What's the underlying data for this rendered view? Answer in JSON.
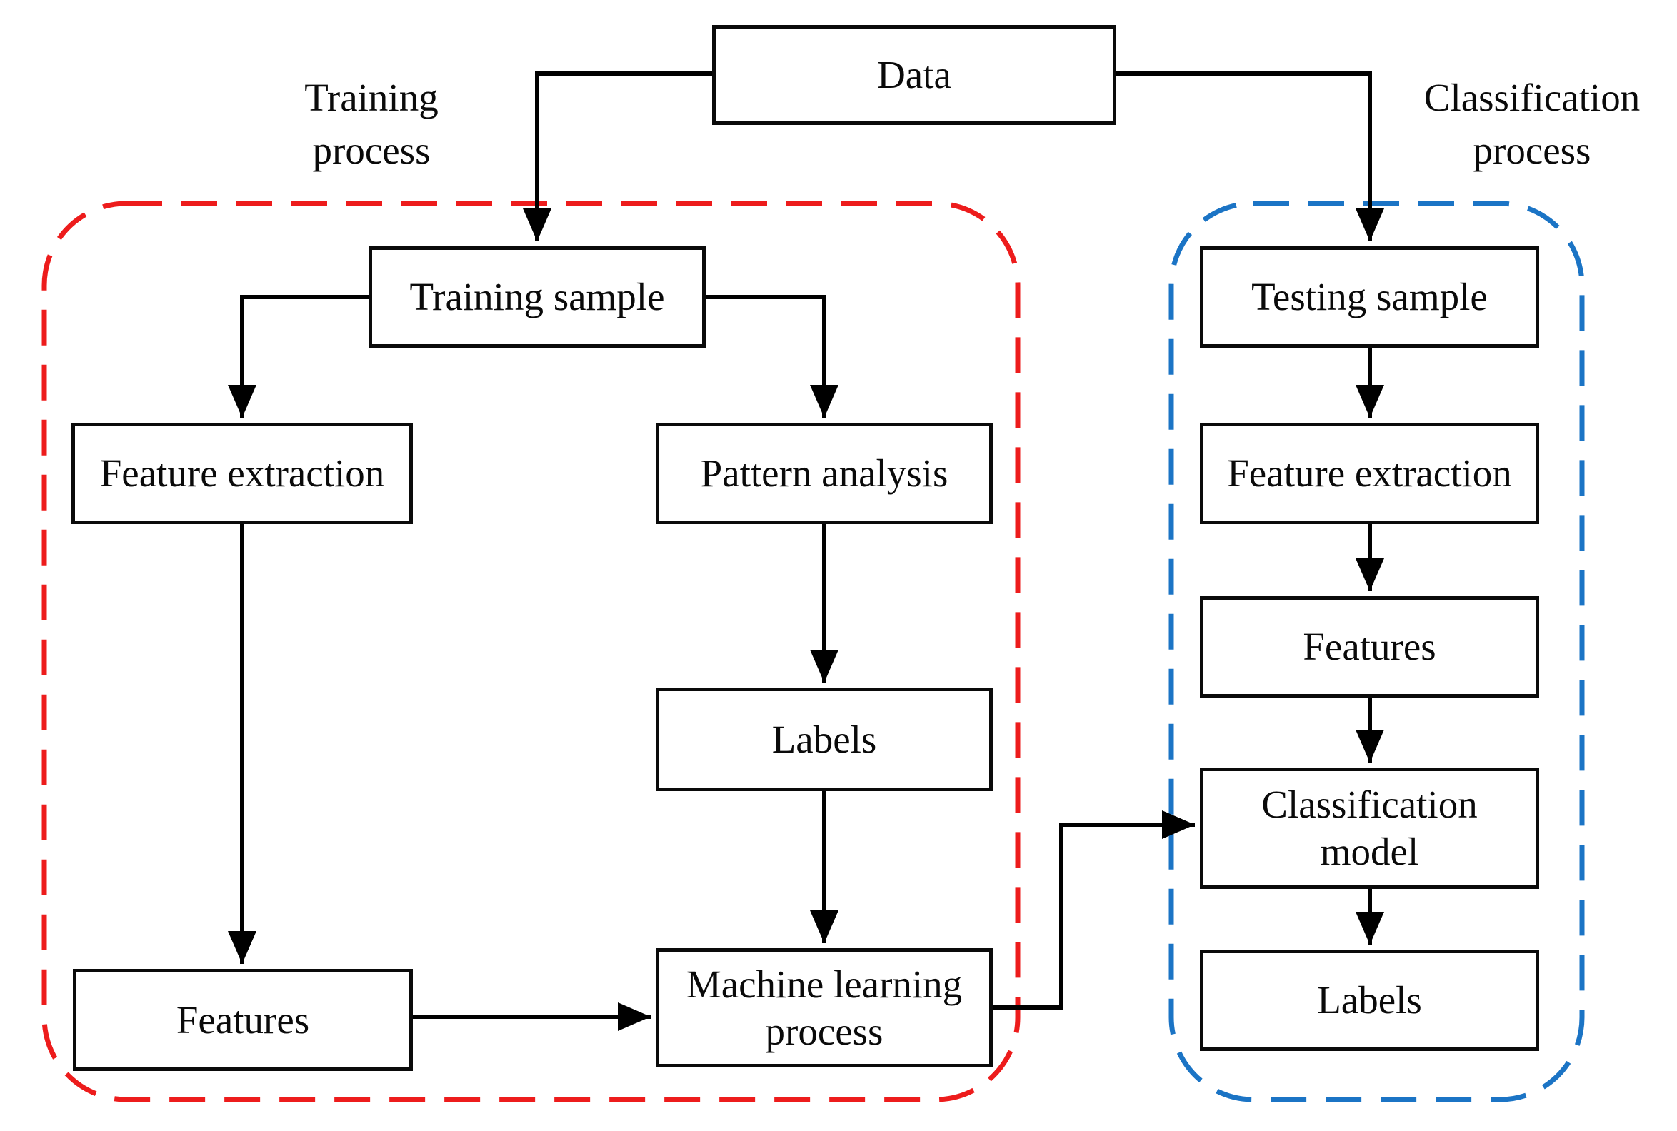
{
  "groups": {
    "training": {
      "label": "Training\nprocess",
      "boundary_color": "#ed1c1c"
    },
    "classification": {
      "label": "Classification\nprocess",
      "boundary_color": "#1b74c5"
    }
  },
  "nodes": {
    "data": "Data",
    "training_sample": "Training sample",
    "feature_extraction_train": "Feature extraction",
    "pattern_analysis": "Pattern analysis",
    "labels_train": "Labels",
    "features_train": "Features",
    "ml_process": "Machine learning\nprocess",
    "testing_sample": "Testing sample",
    "feature_extraction_test": "Feature extraction",
    "features_test": "Features",
    "classification_model": "Classification\nmodel",
    "labels_test": "Labels"
  },
  "style": {
    "connector_color": "#000000",
    "box_border_color": "#0a0a0a",
    "background": "#ffffff"
  }
}
